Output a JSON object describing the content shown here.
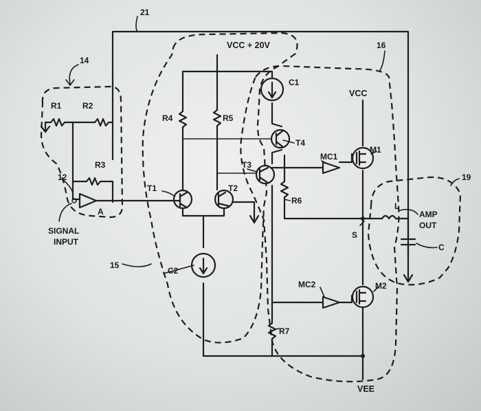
{
  "refs": {
    "r14": "14",
    "r15": "15",
    "r16": "16",
    "r19": "19",
    "r21": "21",
    "r12": "12"
  },
  "labels": {
    "vcc20": "VCC + 20V",
    "vcc": "VCC",
    "vee": "VEE",
    "r1": "R1",
    "r2": "R2",
    "r3": "R3",
    "r4": "R4",
    "r5": "R5",
    "r6": "R6",
    "r7": "R7",
    "c": "C",
    "c1": "C1",
    "c2": "C2",
    "t1": "T1",
    "t2": "T2",
    "t3": "T3",
    "t4": "T4",
    "mc1": "MC1",
    "mc2": "MC2",
    "m1": "M1",
    "m2": "M2",
    "a": "A",
    "l": "L",
    "s": "S",
    "signal_line1": "SIGNAL",
    "signal_line2": "INPUT",
    "amp_line1": "AMP",
    "amp_line2": "OUT"
  }
}
